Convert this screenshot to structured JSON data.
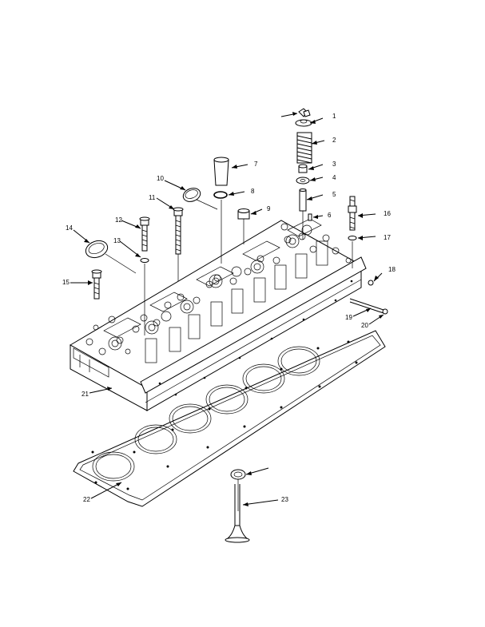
{
  "figure": {
    "callouts": [
      {
        "id": "c1",
        "label": "1"
      },
      {
        "id": "c2",
        "label": "2"
      },
      {
        "id": "c3",
        "label": "3"
      },
      {
        "id": "c4",
        "label": "4"
      },
      {
        "id": "c5",
        "label": "5"
      },
      {
        "id": "c6",
        "label": "6"
      },
      {
        "id": "c7",
        "label": "7"
      },
      {
        "id": "c8",
        "label": "8"
      },
      {
        "id": "c9",
        "label": "9"
      },
      {
        "id": "c10",
        "label": "10"
      },
      {
        "id": "c11",
        "label": "11"
      },
      {
        "id": "c12",
        "label": "12"
      },
      {
        "id": "c13",
        "label": "13"
      },
      {
        "id": "c14",
        "label": "14"
      },
      {
        "id": "c15",
        "label": "15"
      },
      {
        "id": "c16",
        "label": "16"
      },
      {
        "id": "c17",
        "label": "17"
      },
      {
        "id": "c18",
        "label": "18"
      },
      {
        "id": "c19",
        "label": "19"
      },
      {
        "id": "c20",
        "label": "20"
      },
      {
        "id": "c21",
        "label": "21"
      },
      {
        "id": "c22",
        "label": "22"
      },
      {
        "id": "c23",
        "label": "23"
      }
    ]
  }
}
